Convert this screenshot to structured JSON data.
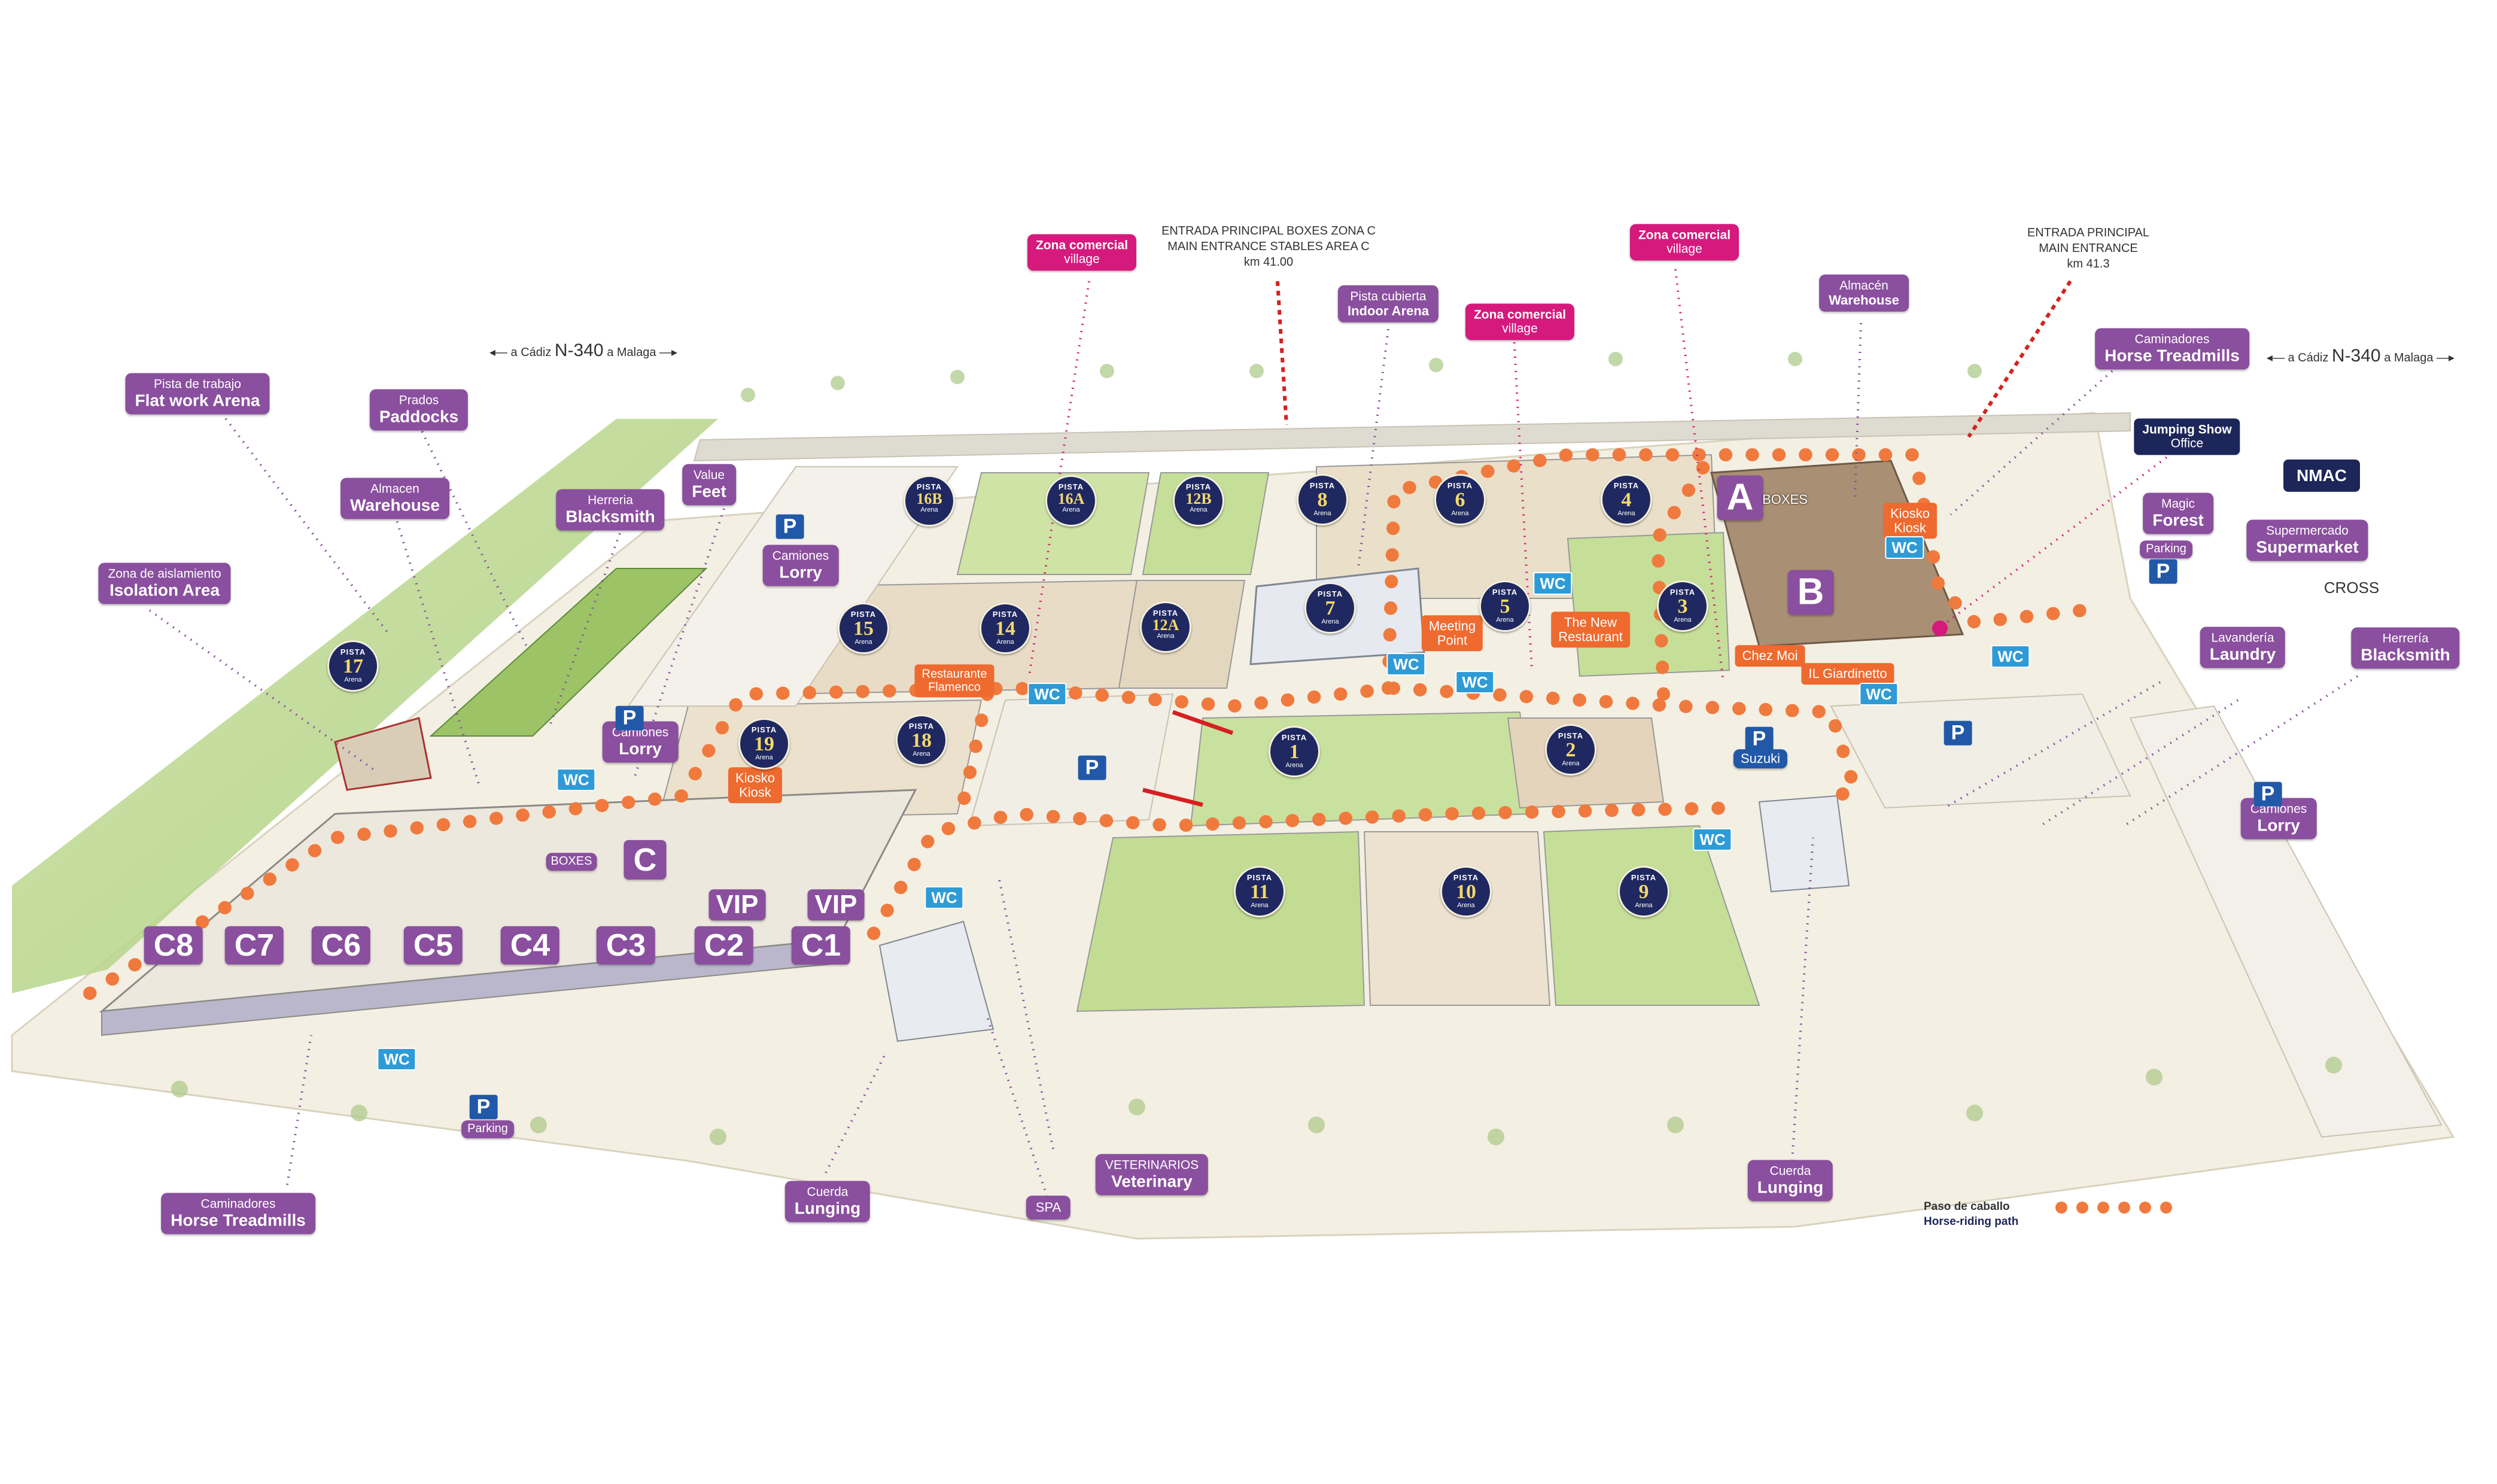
{
  "road_left": {
    "west": "a Cádiz",
    "name": "N-340",
    "east": "a Malaga"
  },
  "road_right": {
    "west": "a Cádiz",
    "name": "N-340",
    "east": "a Malaga"
  },
  "main_entrance_c": {
    "es": "ENTRADA PRINCIPAL BOXES ZONA C",
    "en": "MAIN ENTRANCE STABLES AREA C",
    "km": "km 41.00"
  },
  "main_entrance": {
    "es": "ENTRADA PRINCIPAL",
    "en": "MAIN ENTRANCE",
    "km": "km 41.3"
  },
  "labels": {
    "flat_work": {
      "es": "Pista de trabajo",
      "en": "Flat work Arena"
    },
    "paddocks": {
      "es": "Prados",
      "en": "Paddocks"
    },
    "warehouse_left": {
      "es": "Almacen",
      "en": "Warehouse"
    },
    "blacksmith_left": {
      "es": "Herreria",
      "en": "Blacksmith"
    },
    "value_feet": {
      "es": "Value",
      "en": "Feet"
    },
    "isolation": {
      "es": "Zona de aislamiento",
      "en": "Isolation Area"
    },
    "indoor_arena": {
      "es": "Pista cubierta",
      "en": "Indoor Arena"
    },
    "warehouse_right": {
      "es": "Almacén",
      "en": "Warehouse"
    },
    "treadmills_top": {
      "es": "Caminadores",
      "en": "Horse Treadmills"
    },
    "magic_forest": {
      "es": "Magic",
      "en": "Forest"
    },
    "supermarket": {
      "es": "Supermercado",
      "en": "Supermarket"
    },
    "laundry": {
      "es": "Lavandería",
      "en": "Laundry"
    },
    "blacksmith_right": {
      "es": "Herrería",
      "en": "Blacksmith"
    },
    "treadmills_bottom": {
      "es": "Caminadores",
      "en": "Horse Treadmills"
    },
    "lunging_left": {
      "es": "Cuerda",
      "en": "Lunging"
    },
    "spa": "SPA",
    "veterinary": {
      "es": "VETERINARIOS",
      "en": "Veterinary"
    },
    "lunging_right": {
      "es": "Cuerda",
      "en": "Lunging"
    }
  },
  "commercial": {
    "es": "Zona comercial",
    "en": "village"
  },
  "jumping_office": {
    "es": "Jumping Show",
    "en": "Office"
  },
  "nmac": "NMAC",
  "cross": "CROSS",
  "venues": {
    "flamenco": {
      "l1": "Restaurante",
      "l2": "Flamenco"
    },
    "kiosk_left": {
      "l1": "Kiosko",
      "l2": "Kiosk"
    },
    "meeting": {
      "l1": "Meeting",
      "l2": "Point"
    },
    "new_restaurant": {
      "l1": "The New",
      "l2": "Restaurant"
    },
    "chez_moi": "Chez Moi",
    "giardinetto": "IL Giardinetto",
    "kiosk_right": {
      "l1": "Kiosko",
      "l2": "Kiosk"
    }
  },
  "lorry": {
    "es": "Camiones",
    "en": "Lorry"
  },
  "parking": "Parking",
  "p_symbol": "P",
  "wc": "WC",
  "suzuki": "Suzuki",
  "boxes": "BOXES",
  "stable_letters": {
    "a": "A",
    "b": "B",
    "c": "C"
  },
  "stables": [
    "C8",
    "C7",
    "C6",
    "C5",
    "C4",
    "C3",
    "C2",
    "C1"
  ],
  "vip": "VIP",
  "pista_word": "PISTA",
  "pista_sub": "Arena",
  "pistas": [
    "17",
    "16B",
    "16A",
    "12B",
    "8",
    "6",
    "4",
    "15",
    "14",
    "12A",
    "7",
    "5",
    "3",
    "19",
    "18",
    "1",
    "2",
    "11",
    "10",
    "9"
  ],
  "legend": {
    "es": "Paso de caballo",
    "en": "Horse-riding path"
  },
  "colors": {
    "purple": "#8a4f9e",
    "magenta": "#d6197d",
    "orange": "#ee6a2f",
    "path": "#f07a3d",
    "navy": "#1c2659",
    "wc_blue": "#2f9bd6",
    "grass": "#b9d68a"
  }
}
